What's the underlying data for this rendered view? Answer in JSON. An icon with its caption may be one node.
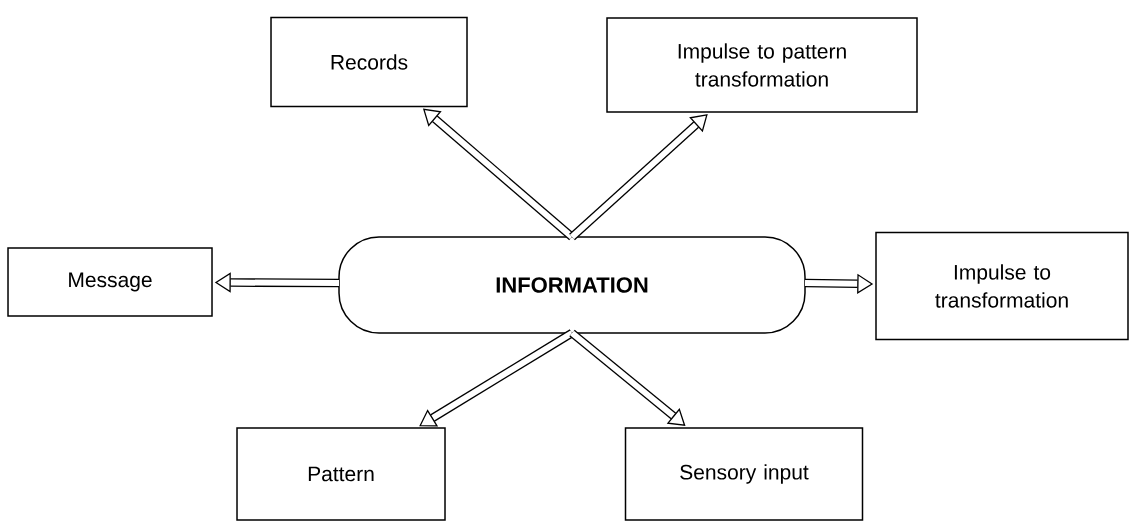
{
  "diagram": {
    "nodes": [
      {
        "text": [
          "INFORMATION"
        ]
      },
      {
        "text": [
          "Records"
        ]
      },
      {
        "text": [
          "Impulse to pattern transformation"
        ]
      },
      {
        "text": [
          "Message"
        ]
      },
      {
        "text": [
          "Impulse to transformation"
        ]
      },
      {
        "text": [
          "Pattern"
        ]
      },
      {
        "text": [
          "Sensory input"
        ]
      }
    ],
    "edges": [
      {
        "from": 0,
        "to": 1,
        "arrow": "to"
      },
      {
        "from": 0,
        "to": 2,
        "arrow": "to"
      },
      {
        "from": 0,
        "to": 3,
        "arrow": "to"
      },
      {
        "from": 0,
        "to": 4,
        "arrow": "to"
      },
      {
        "from": 0,
        "to": 5,
        "arrow": "to"
      },
      {
        "from": 0,
        "to": 6,
        "arrow": "to"
      }
    ]
  }
}
